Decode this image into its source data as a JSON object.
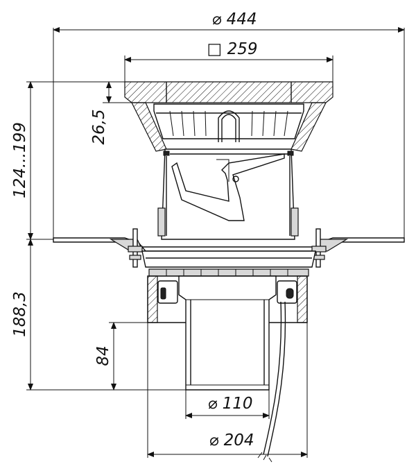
{
  "drawing": {
    "stroke_color": "#111111",
    "hatch_color": "#111111",
    "dimensions": {
      "outer_diameter": {
        "symbol": "⌀",
        "value": "444"
      },
      "grate_square": {
        "symbol": "□",
        "value": "259"
      },
      "grate_height": {
        "value": "26,5"
      },
      "upper_height": {
        "value": "124...199"
      },
      "lower_height": {
        "value": "188,3"
      },
      "insert_depth": {
        "value": "84"
      },
      "pipe_diameter": {
        "symbol": "⌀",
        "value": "110"
      },
      "base_diameter": {
        "symbol": "⌀",
        "value": "204"
      }
    }
  }
}
